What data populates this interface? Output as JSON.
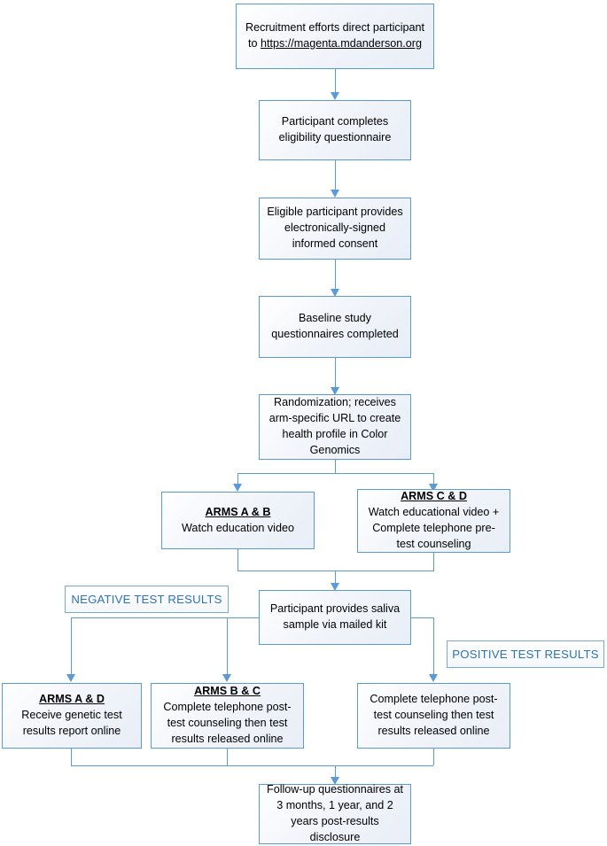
{
  "diagram": {
    "title": "MAGENTA study participant flow diagram",
    "accent_color": "#5B9BD5",
    "label_text_color": "#2E74B5",
    "nodes": {
      "recruitment": {
        "line1": "Recruitment efforts direct participant",
        "line2_prefix": "to ",
        "url": "https://magenta.mdanderson.org"
      },
      "eligibility": {
        "text": "Participant completes eligibility questionnaire"
      },
      "consent": {
        "text": "Eligible participant provides electronically-signed informed consent"
      },
      "baseline": {
        "text": "Baseline study questionnaires completed"
      },
      "randomization": {
        "text": "Randomization; receives arm-specific URL to create health profile in Color Genomics"
      },
      "arms_ab": {
        "title": "ARMS A & B",
        "text": "Watch education video"
      },
      "arms_cd": {
        "title": "ARMS C & D",
        "text": "Watch educational video + Complete telephone pre-test counseling"
      },
      "saliva": {
        "text": "Participant provides saliva sample via mailed kit"
      },
      "arms_ad": {
        "title": "ARMS A & D",
        "text": "Receive genetic test results report online"
      },
      "arms_bc": {
        "title": "ARMS B & C",
        "text": "Complete telephone post-test counseling then test results released online"
      },
      "positive_counseling": {
        "text": "Complete telephone post-test counseling then test results released online"
      },
      "followup": {
        "text": "Follow-up questionnaires at 3 months, 1 year, and 2 years post-results disclosure"
      }
    },
    "labels": {
      "negative": "NEGATIVE TEST RESULTS",
      "positive": "POSITIVE TEST RESULTS"
    }
  }
}
